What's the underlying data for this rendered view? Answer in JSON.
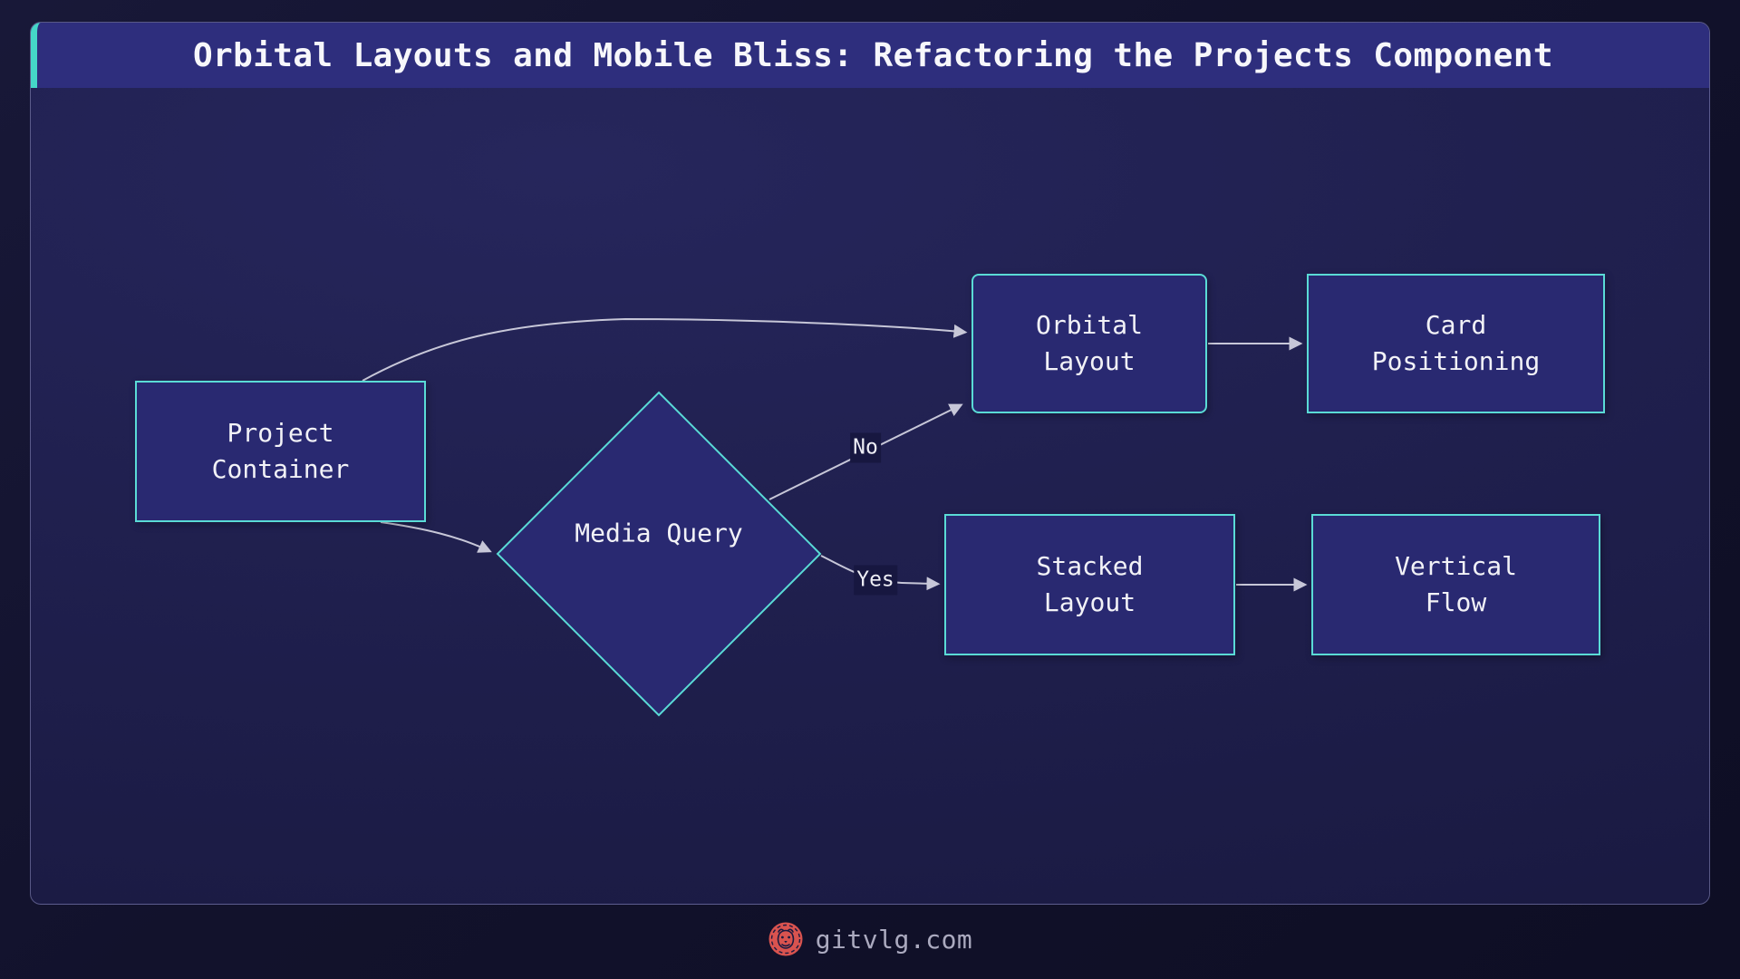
{
  "title": {
    "text": "Orbital Layouts and Mobile Bliss: Refactoring the Projects Component"
  },
  "nodes": {
    "project_container": {
      "lines": [
        "Project",
        "Container"
      ]
    },
    "media_query": {
      "label": "Media Query"
    },
    "orbital_layout": {
      "lines": [
        "Orbital",
        "Layout"
      ]
    },
    "card_positioning": {
      "lines": [
        "Card",
        "Positioning"
      ]
    },
    "stacked_layout": {
      "lines": [
        "Stacked",
        "Layout"
      ]
    },
    "vertical_flow": {
      "lines": [
        "Vertical",
        "Flow"
      ]
    }
  },
  "edges": {
    "no_label": "No",
    "yes_label": "Yes",
    "connections": [
      {
        "from": "Project Container",
        "to": "Orbital Layout",
        "label": ""
      },
      {
        "from": "Project Container",
        "to": "Media Query",
        "label": ""
      },
      {
        "from": "Media Query",
        "to": "Orbital Layout",
        "label": "No"
      },
      {
        "from": "Media Query",
        "to": "Stacked Layout",
        "label": "Yes"
      },
      {
        "from": "Orbital Layout",
        "to": "Card Positioning",
        "label": ""
      },
      {
        "from": "Stacked Layout",
        "to": "Vertical Flow",
        "label": ""
      }
    ]
  },
  "footer": {
    "site": "gitvlg.com",
    "logo": "lion-badge-icon"
  },
  "colors": {
    "accent_teal": "#45d6c8",
    "node_border_teal": "#5adbd6",
    "node_fill": "#292971",
    "title_bar_bg": "#2e2e7d",
    "panel_bg": "#20204f",
    "outer_bg": "#12122c",
    "arrow": "#c7c7d8",
    "edge_label_bg": "#171740",
    "logo_red": "#d9534f",
    "footer_text": "#abaabf"
  }
}
